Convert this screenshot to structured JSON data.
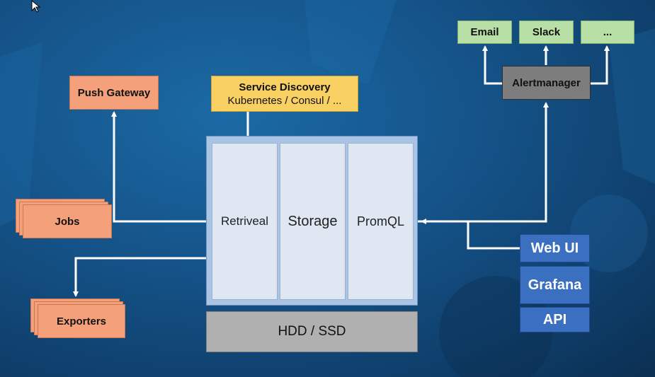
{
  "nodes": {
    "push_gateway": "Push Gateway",
    "service_discovery": {
      "title": "Service Discovery",
      "subtitle": "Kubernetes / Consul / ..."
    },
    "jobs": "Jobs",
    "exporters": "Exporters",
    "server": {
      "retrieval": "Retriveal",
      "storage": "Storage",
      "promql": "PromQL"
    },
    "disk": "HDD / SSD",
    "alertmanager": "Alertmanager",
    "notifiers": [
      "Email",
      "Slack",
      "..."
    ],
    "consumers": [
      "Web UI",
      "Grafana",
      "API"
    ]
  },
  "colors": {
    "background": "#15548a",
    "orange": "#f4a07a",
    "yellow": "#f9d062",
    "green": "#b8e0a6",
    "server": "#a9c4e4",
    "column": "#dfe7f3",
    "disk": "#b0b0b0",
    "consumer": "#3b6fbf",
    "wire": "#ffffff"
  }
}
